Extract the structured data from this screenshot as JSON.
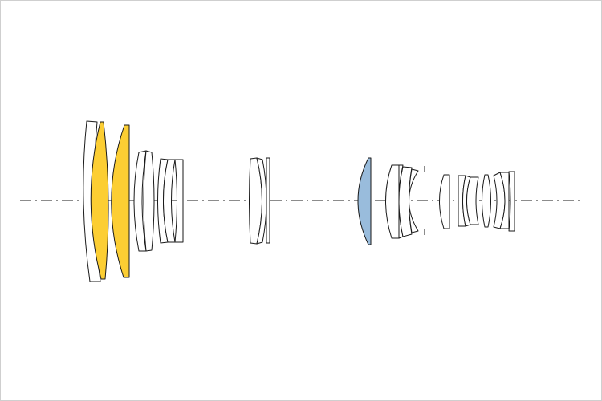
{
  "diagram": {
    "colors": {
      "outline": "#1a1a1a",
      "plain_element": "#ffffff",
      "highlight_yellow": "#fcce33",
      "highlight_blue": "#99bcdc",
      "background": "#ffffff",
      "frame_border": "#cfcfcf"
    },
    "element_kinds": {
      "group1_element1": "plain",
      "group1_element2": "yellow",
      "group1_element3": "yellow",
      "group2_element1": "blue"
    }
  }
}
